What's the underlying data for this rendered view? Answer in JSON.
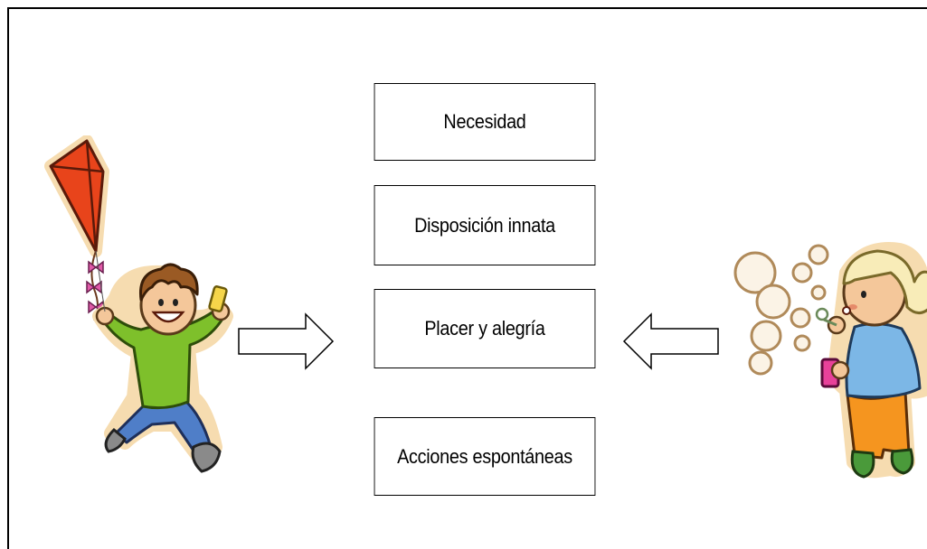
{
  "diagram": {
    "boxes": [
      {
        "label": "Necesidad"
      },
      {
        "label": "Disposición innata"
      },
      {
        "label": "Placer y alegría"
      },
      {
        "label": "Acciones espontáneas"
      }
    ],
    "arrows": [
      {
        "direction": "right",
        "icon": "hollow-arrow-right"
      },
      {
        "direction": "left",
        "icon": "hollow-arrow-left"
      }
    ],
    "illustrations": [
      {
        "icon": "boy-with-kite-clipart"
      },
      {
        "icon": "girl-blowing-bubbles-clipart"
      }
    ],
    "colors": {
      "border": "#000000",
      "kite": "#e8441b",
      "boy_shirt": "#7ec02b",
      "boy_pants": "#4f7ec8",
      "girl_shirt": "#7cb7e6",
      "girl_pants": "#f5951f",
      "bubbles": "#d9b98a"
    }
  }
}
